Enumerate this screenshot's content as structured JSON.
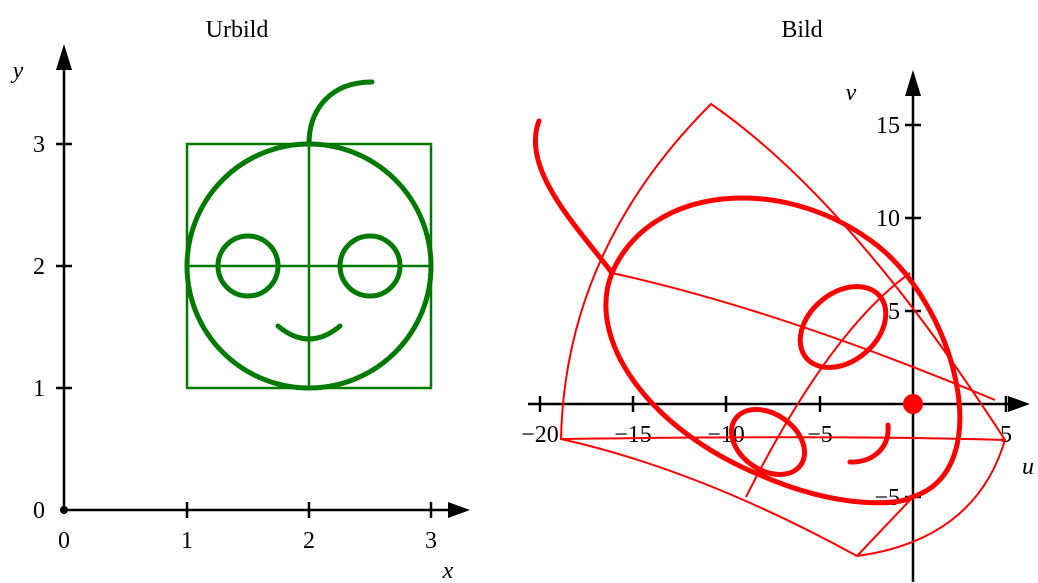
{
  "left": {
    "title": "Urbild",
    "x_label": "x",
    "y_label": "y",
    "x_ticks": [
      "0",
      "1",
      "2",
      "3"
    ],
    "y_ticks": [
      "0",
      "1",
      "2",
      "3"
    ],
    "stroke_color": "#007a00"
  },
  "right": {
    "title": "Bild",
    "u_label": "u",
    "v_label": "v",
    "u_ticks": [
      "−20",
      "−15",
      "−10",
      "−5",
      "5"
    ],
    "v_ticks": [
      "−5",
      "5",
      "10",
      "15"
    ],
    "stroke_color": "#ff0000"
  }
}
